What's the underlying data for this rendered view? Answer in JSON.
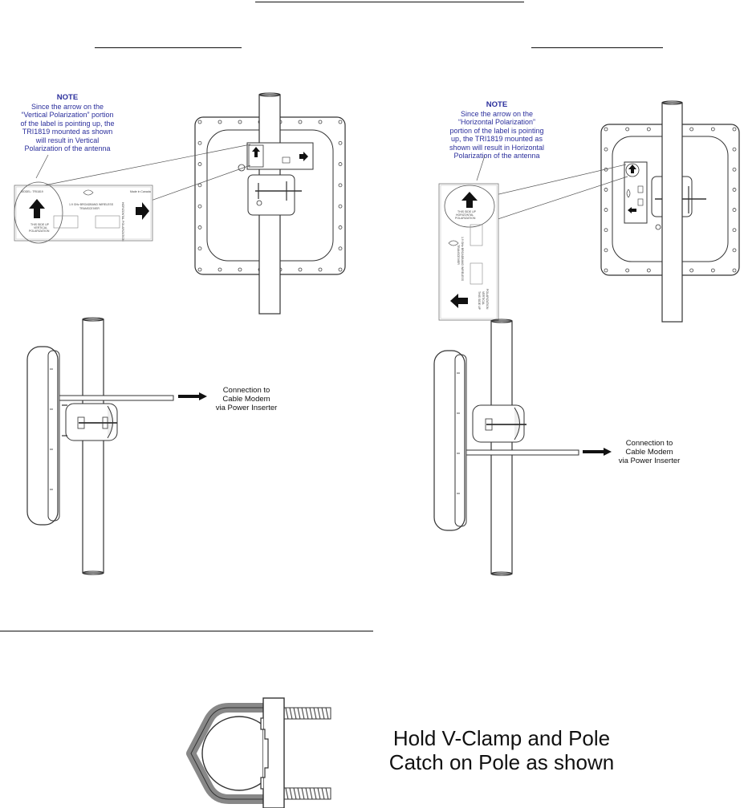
{
  "note_left": {
    "heading": "NOTE",
    "lines": [
      "Since the arrow on the",
      "“Vertical Polarization” portion",
      "of the label is pointing up, the",
      "TRI1819 mounted as shown",
      "will result in Vertical",
      "Polarization of the antenna"
    ]
  },
  "note_right": {
    "heading": "NOTE",
    "lines": [
      "Since the arrow on the",
      "“Horizontal Polarization”",
      "portion of the label is pointing",
      "up, the TRI1819 mounted as",
      "shown will result in Horizontal",
      "Polarization of the antenna"
    ]
  },
  "connection_left": [
    "Connection to",
    "Cable Modem",
    "via Power Inserter"
  ],
  "connection_right": [
    "Connection to",
    "Cable Modem",
    "via Power Inserter"
  ],
  "clamp_caption": [
    "Hold V-Clamp and Pole",
    "Catch on Pole as shown"
  ],
  "label_left": {
    "model": "MODEL: TRI1819",
    "made": "Made in Canada",
    "title1": "1.9 GHz BROADBAND WIRELESS",
    "title2": "TRANSCEIVER",
    "vert1": "THIS SIDE UP",
    "vert2": "VERTICAL",
    "vert3": "POLARIZATION",
    "horiz": "HORIZONTAL POLARIZATION"
  },
  "label_right": {
    "vert1": "THIS SIDE UP",
    "vert2": "HORIZONTAL",
    "vert3": "POLARIZATION",
    "title1": "1.9 GHz BROADBAND WIRELESS",
    "title2": "TRANSCEIVER",
    "lower1": "THIS SIDE UP",
    "lower2": "VERTICAL",
    "lower3": "POLARIZATION"
  },
  "colors": {
    "note_blue": "#2b2f9c",
    "line": "#333333"
  }
}
